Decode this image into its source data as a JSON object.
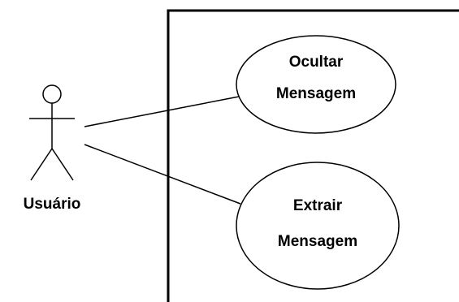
{
  "actor": {
    "name": "Usuário",
    "icon": "stick-figure-actor-icon"
  },
  "use_cases": [
    {
      "line1": "Ocultar",
      "line2": "Mensagem"
    },
    {
      "line1": "Extrair",
      "line2": "Mensagem"
    }
  ],
  "colors": {
    "stroke": "#000000",
    "background": "#ffffff"
  }
}
